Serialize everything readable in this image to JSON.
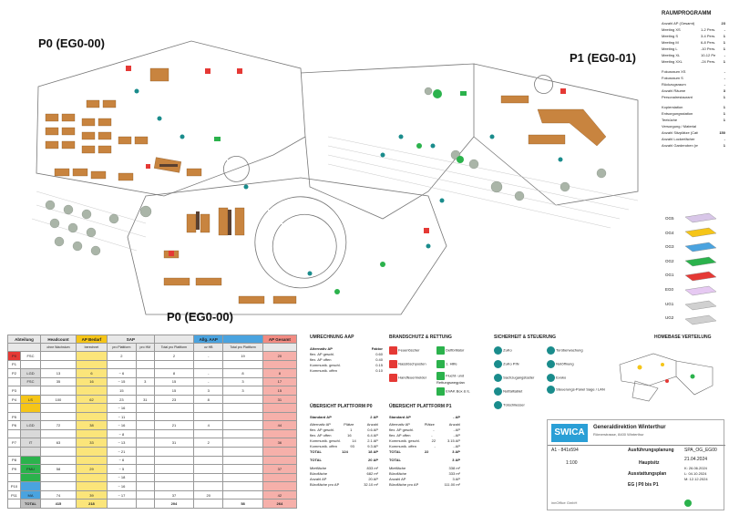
{
  "plan_titles": {
    "p0_top": "P0 (EG0-00)",
    "p1": "P1 (EG0-01)",
    "p0_bottom": "P0 (EG0-00)"
  },
  "raumprogramm": {
    "title": "RAUMPROGRAMM",
    "rows": [
      {
        "n": "Anzahl AP (Gesamt)",
        "c": "",
        "v": "23"
      },
      {
        "n": "Meeting XS",
        "c": "1-2 Pers.",
        "v": "-"
      },
      {
        "n": "Meeting S",
        "c": "3-4 Pers.",
        "v": "1"
      },
      {
        "n": "Meeting M",
        "c": "6-8 Pers.",
        "v": "1"
      },
      {
        "n": "Meeting L",
        "c": "-10 Pers.",
        "v": "1"
      },
      {
        "n": "Meeting XL",
        "c": "10-12 Pers.",
        "v": "-"
      },
      {
        "n": "Meeting XXL",
        "c": "-24 Pers.",
        "v": "1"
      },
      {
        "n": "",
        "c": "",
        "v": ""
      },
      {
        "n": "Fokusraum XS",
        "c": "",
        "v": "-"
      },
      {
        "n": "Fokusraum S",
        "c": "",
        "v": "-"
      },
      {
        "n": "Rückzugsraum",
        "c": "",
        "v": "-"
      },
      {
        "n": "Anzahl Räume",
        "c": "",
        "v": "3"
      },
      {
        "n": "Personalrestaurant",
        "c": "",
        "v": "1"
      },
      {
        "n": "",
        "c": "",
        "v": ""
      },
      {
        "n": "Kopierstation",
        "c": "",
        "v": "1"
      },
      {
        "n": "Entsorgungsstation",
        "c": "",
        "v": "1"
      },
      {
        "n": "Teeküche",
        "c": "",
        "v": "1"
      },
      {
        "n": "Versorgung / Material",
        "c": "",
        "v": ""
      },
      {
        "n": "Anzahl Sitzplätze (Cafeteria / Coffeepoint)",
        "c": "",
        "v": "150"
      },
      {
        "n": "Anzahl Lockerfächer",
        "c": "",
        "v": "-"
      },
      {
        "n": "Anzahl Garderoben (mit je 10 Bügel)",
        "c": "",
        "v": "1"
      }
    ]
  },
  "stack_labels": [
    "OG5",
    "OG4",
    "OG3",
    "OG2",
    "OG1",
    "EG0",
    "UG1",
    "UG2"
  ],
  "ap_table": {
    "headers": [
      "Abteilung",
      "Headcount",
      "AP Bedarf",
      "SAP",
      "",
      "Allg. AAP",
      "",
      "AP Gesamt"
    ],
    "subheaders": [
      "",
      "ohne Wachstum",
      "berechnet",
      "pro Plattform",
      "pro HM",
      "Total pro Plattform",
      "ov HB",
      "Total pro Plattform",
      ""
    ],
    "rows": [
      {
        "p": "P0",
        "a": "FSC",
        "hc": "",
        "bed": "",
        "s1": "2",
        "s2": "",
        "s3": "2",
        "g1": "-",
        "g2": "19",
        "tot": "20",
        "color": "#fff"
      },
      {
        "p": "P1",
        "a": "",
        "hc": "",
        "bed": "",
        "s1": "",
        "s2": "",
        "s3": "",
        "g1": "",
        "g2": "",
        "tot": "",
        "color": "#fff"
      },
      {
        "p": "P2",
        "a": "LGD",
        "hc": "13",
        "bed": "6",
        "s1": "~ 6",
        "s2": "",
        "s3": "8",
        "g1": "-",
        "g2": "8",
        "tot": "8",
        "color": "#d9d9d9"
      },
      {
        "p": "",
        "a": "FSC",
        "hc": "35",
        "bed": "16",
        "s1": "~ 15",
        "s2": "3",
        "s3": "15",
        "g1": "-",
        "g2": "3",
        "tot": "17",
        "color": "#d9d9d9"
      },
      {
        "p": "P3",
        "a": "",
        "hc": "",
        "bed": "",
        "s1": "15",
        "s2": "",
        "s3": "15",
        "g1": "3",
        "g2": "3",
        "tot": "15",
        "color": "#fff"
      },
      {
        "p": "P4",
        "a": "LS",
        "hc": "100",
        "bed": "62",
        "s1": "23",
        "s2": "31",
        "s3": "23",
        "g1": "8",
        "g2": "",
        "tot": "31",
        "color": "#f5c518"
      },
      {
        "p": "",
        "a": "",
        "hc": "",
        "bed": "",
        "s1": "~ 16",
        "s2": "",
        "s3": "",
        "g1": "",
        "g2": "",
        "tot": "",
        "color": "#f5c518"
      },
      {
        "p": "P5",
        "a": "",
        "hc": "",
        "bed": "",
        "s1": "~ 11",
        "s2": "",
        "s3": "",
        "g1": "",
        "g2": "",
        "tot": "",
        "color": "#d9d9d9"
      },
      {
        "p": "P6",
        "a": "LGD",
        "hc": "72",
        "bed": "38",
        "s1": "~ 16",
        "s2": "",
        "s3": "21",
        "g1": "4",
        "g2": "",
        "tot": "44",
        "color": "#d9d9d9"
      },
      {
        "p": "",
        "a": "",
        "hc": "",
        "bed": "",
        "s1": "~ 8",
        "s2": "",
        "s3": "",
        "g1": "",
        "g2": "",
        "tot": "",
        "color": "#d9d9d9"
      },
      {
        "p": "P7",
        "a": "IT",
        "hc": "63",
        "bed": "33",
        "s1": "~ 13",
        "s2": "",
        "s3": "31",
        "g1": "2",
        "g2": "",
        "tot": "36",
        "color": "#d9d9d9"
      },
      {
        "p": "",
        "a": "",
        "hc": "",
        "bed": "",
        "s1": "~ 21",
        "s2": "",
        "s3": "",
        "g1": "",
        "g2": "",
        "tot": "",
        "color": "#d9d9d9"
      },
      {
        "p": "P8",
        "a": "",
        "hc": "",
        "bed": "",
        "s1": "~ 6",
        "s2": "",
        "s3": "",
        "g1": "",
        "g2": "",
        "tot": "",
        "color": "#2bb24c"
      },
      {
        "p": "P9",
        "a": "PMU",
        "hc": "58",
        "bed": "29",
        "s1": "~ 5",
        "s2": "",
        "s3": "",
        "g1": "",
        "g2": "",
        "tot": "37",
        "color": "#2bb24c"
      },
      {
        "p": "",
        "a": "",
        "hc": "",
        "bed": "",
        "s1": "~ 18",
        "s2": "",
        "s3": "",
        "g1": "",
        "g2": "",
        "tot": "",
        "color": "#2bb24c"
      },
      {
        "p": "P10",
        "a": "",
        "hc": "",
        "bed": "",
        "s1": "~ 16",
        "s2": "",
        "s3": "",
        "g1": "",
        "g2": "",
        "tot": "",
        "color": "#4aa3df"
      },
      {
        "p": "P11",
        "a": "MA",
        "hc": "74",
        "bed": "39",
        "s1": "~ 17",
        "s2": "",
        "s3": "37",
        "g1": "20",
        "g2": "",
        "tot": "42",
        "color": "#4aa3df"
      },
      {
        "p": "",
        "a": "TOTAL",
        "hc": "415",
        "bed": "218",
        "s1": "",
        "s2": "",
        "s3": "204",
        "g1": "",
        "g2": "58",
        "tot": "264",
        "color": "#bfbfbf"
      }
    ]
  },
  "umrechnung": {
    "title": "UMRECHNUNG AAP",
    "head": [
      "Alternativ AP",
      "Faktor"
    ],
    "rows": [
      [
        "flex. AP geschl.",
        "0.60"
      ],
      [
        "flex. AP offen",
        "0.40"
      ],
      [
        "Kommunik. geschl.",
        "0.15"
      ],
      [
        "Kommunik. offen",
        "0.10"
      ]
    ]
  },
  "brandschutz": {
    "title": "BRANDSCHUTZ & RETTUNG",
    "items": [
      "Feuerlöscher",
      "Nasslöschposten",
      "Handfeuermelder",
      "Defibrillator",
      "1. Hilfe",
      "Flucht- und Rettungswegplan",
      "EVAK Box & IL"
    ]
  },
  "sicherheit": {
    "title": "SICHERHEIT & STEUERUNG",
    "items": [
      "ZuKo",
      "ZuKo PIN",
      "Sachzugangstaster",
      "Notfalltablet",
      "Türschliesser",
      "Torüberwachung",
      "Notöffnung",
      "Evoko",
      "Steuerungs-Panel Sage / LAN"
    ]
  },
  "homebase": {
    "title": "HOMEBASE VERTEILUNG"
  },
  "plattform_p0": {
    "title": "ÜBERSICHT PLATTFORM P0",
    "head": [
      "Standard AP",
      "2",
      "AP"
    ],
    "cols": [
      "Alternativ AP",
      "Plätze",
      "Anzahl"
    ],
    "rows": [
      [
        "flex. AP geschl.",
        "1",
        "0.6 AP"
      ],
      [
        "flex. AP offen",
        "16",
        "6.4 AP"
      ],
      [
        "Kommunik. geschl.",
        "14",
        "2.1 AP"
      ],
      [
        "Kommunik. offen",
        "93",
        "9.3 AP"
      ],
      [
        "TOTAL",
        "124",
        "18 AP"
      ]
    ],
    "total": [
      "TOTAL",
      "",
      "20 AP"
    ],
    "stats": [
      [
        "Mietfläche",
        "833",
        "m²"
      ],
      [
        "Bürofläche",
        "682",
        "m²"
      ],
      [
        "Anzahl AP",
        "20",
        "AP"
      ],
      [
        "Bürofläche pro AP",
        "32.10",
        "m²"
      ]
    ]
  },
  "plattform_p1": {
    "title": "ÜBERSICHT PLATTFORM P1",
    "head": [
      "Standard AP",
      "-",
      "AP"
    ],
    "cols": [
      "Alternativ AP",
      "Plätze",
      "Anzahl"
    ],
    "rows": [
      [
        "flex. AP geschl.",
        "-",
        "- AP"
      ],
      [
        "flex. AP offen",
        "-",
        "- AP"
      ],
      [
        "Kommunik. geschl.",
        "22",
        "3.15 AP"
      ],
      [
        "Kommunik. offen",
        "-",
        "- AP"
      ],
      [
        "TOTAL",
        "22",
        "3 AP"
      ]
    ],
    "total": [
      "TOTAL",
      "",
      "3 AP"
    ],
    "stats": [
      [
        "Mietfläche",
        "338",
        "m²"
      ],
      [
        "Bürofläche",
        "333",
        "m²"
      ],
      [
        "Anzahl AP",
        "3",
        "AP"
      ],
      [
        "Bürofläche pro AP",
        "111.00",
        "m²"
      ]
    ]
  },
  "titleblock": {
    "logo": "SWICA",
    "company": "Generaldirektion Winterthur",
    "address": "Römerstrasse, 8400 Winterthur",
    "format": "A1 - 841x594",
    "phase": "Ausführungsplanung",
    "scale": "1:100",
    "building": "Hauptsitz",
    "type": "Ausstattungsplan",
    "floor": "EG | P0 bis P1",
    "plan_no": "SPA_OG_EG00",
    "date": "21.04.2024",
    "revs": [
      "K: 26.06.2024",
      "L: 04.10.2024",
      "M: 12.12.2024"
    ],
    "author": "innOffice GmbH",
    "brand": "innoffice"
  },
  "colors": {
    "accent": "#2a9fd6",
    "wood": "#c8843f",
    "green": "#2bb24c",
    "red": "#e53935",
    "teal": "#1a8c8c",
    "yellow": "#f5c518",
    "gray": "#aab5a8"
  }
}
